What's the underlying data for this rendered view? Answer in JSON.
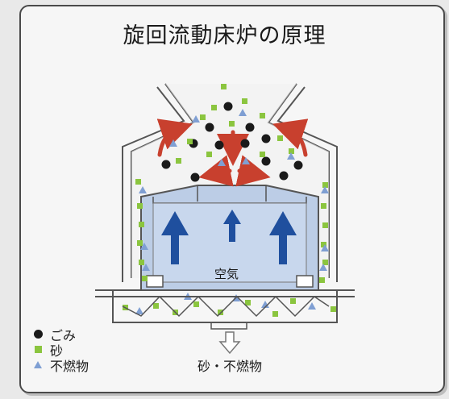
{
  "title": "旋回流動床炉の原理",
  "labels": {
    "air": "空気",
    "output": "砂・不燃物"
  },
  "legend": [
    {
      "symbol": "black-circle",
      "label": "ごみ"
    },
    {
      "symbol": "green-square",
      "label": "砂"
    },
    {
      "symbol": "blue-triangle",
      "label": "不燃物"
    }
  ],
  "colors": {
    "garbage": "#1a1a1a",
    "sand": "#8bc53f",
    "incombustible": "#7f9fd3",
    "air_arrow": "#1f4f9e",
    "flow_arrow": "#c8402e",
    "air_box": "#bccde6"
  }
}
